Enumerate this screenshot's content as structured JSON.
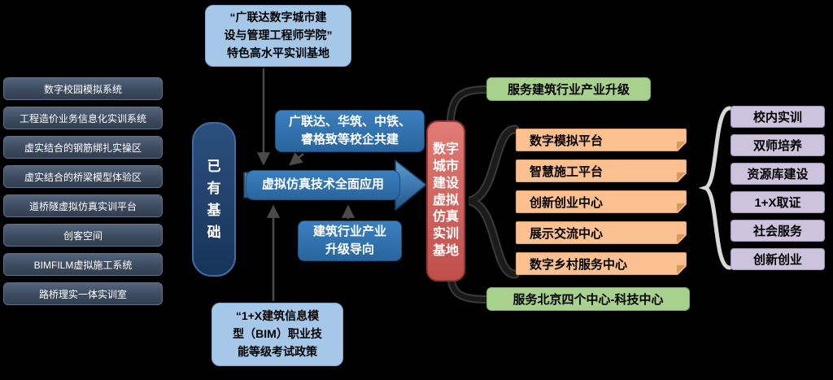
{
  "left_column": {
    "items": [
      "数字校园模拟系统",
      "工程造价业务信息化实训系统",
      "虚实结合的钢筋绑扎实操区",
      "虚实结合的桥梁模型体验区",
      "道桥隧虚拟仿真实训平台",
      "创客空间",
      "BIMFILM虚拟施工系统",
      "路桥理实一体实训室"
    ]
  },
  "foundation": {
    "label": "已有基础"
  },
  "top_note": {
    "label": "“广联达数字城市建\n设与管理工程师学院”\n特色高水平实训基地"
  },
  "partners": {
    "label": "广联达、华筑、中铁、\n睿格致等校企共建"
  },
  "application": {
    "label": "虚拟仿真技术全面应用"
  },
  "orientation": {
    "label": "建筑行业产业\n升级导向"
  },
  "policy_note": {
    "label": "“1+X建筑信息模\n型（BIM）职业技\n能等级考试政策"
  },
  "center": {
    "label": "数字城市建设虚拟仿真实训基地"
  },
  "services": {
    "top": "服务建筑行业产业升级",
    "bottom": "服务北京四个中心-科技中心"
  },
  "platforms": {
    "items": [
      "数字模拟平台",
      "智慧施工平台",
      "创新创业中心",
      "展示交流中心",
      "数字乡村服务中心"
    ]
  },
  "functions": {
    "items": [
      "校内实训",
      "双师培养",
      "资源库建设",
      "1+X取证",
      "社会服务",
      "创新创业"
    ]
  },
  "colors": {
    "background": "#000000",
    "left_box": "#44546a",
    "foundation_box": "#1f3a5f",
    "note_box": "#a5c8e9",
    "blue_box": "#2e75b6",
    "center_box": "#c0504d",
    "green_box": "#a9d18e",
    "orange_box": "#fac090",
    "purple_box": "#cdc3dc",
    "connector_dark": "#3a3a3a",
    "brace_light": "#d8d8d8"
  }
}
